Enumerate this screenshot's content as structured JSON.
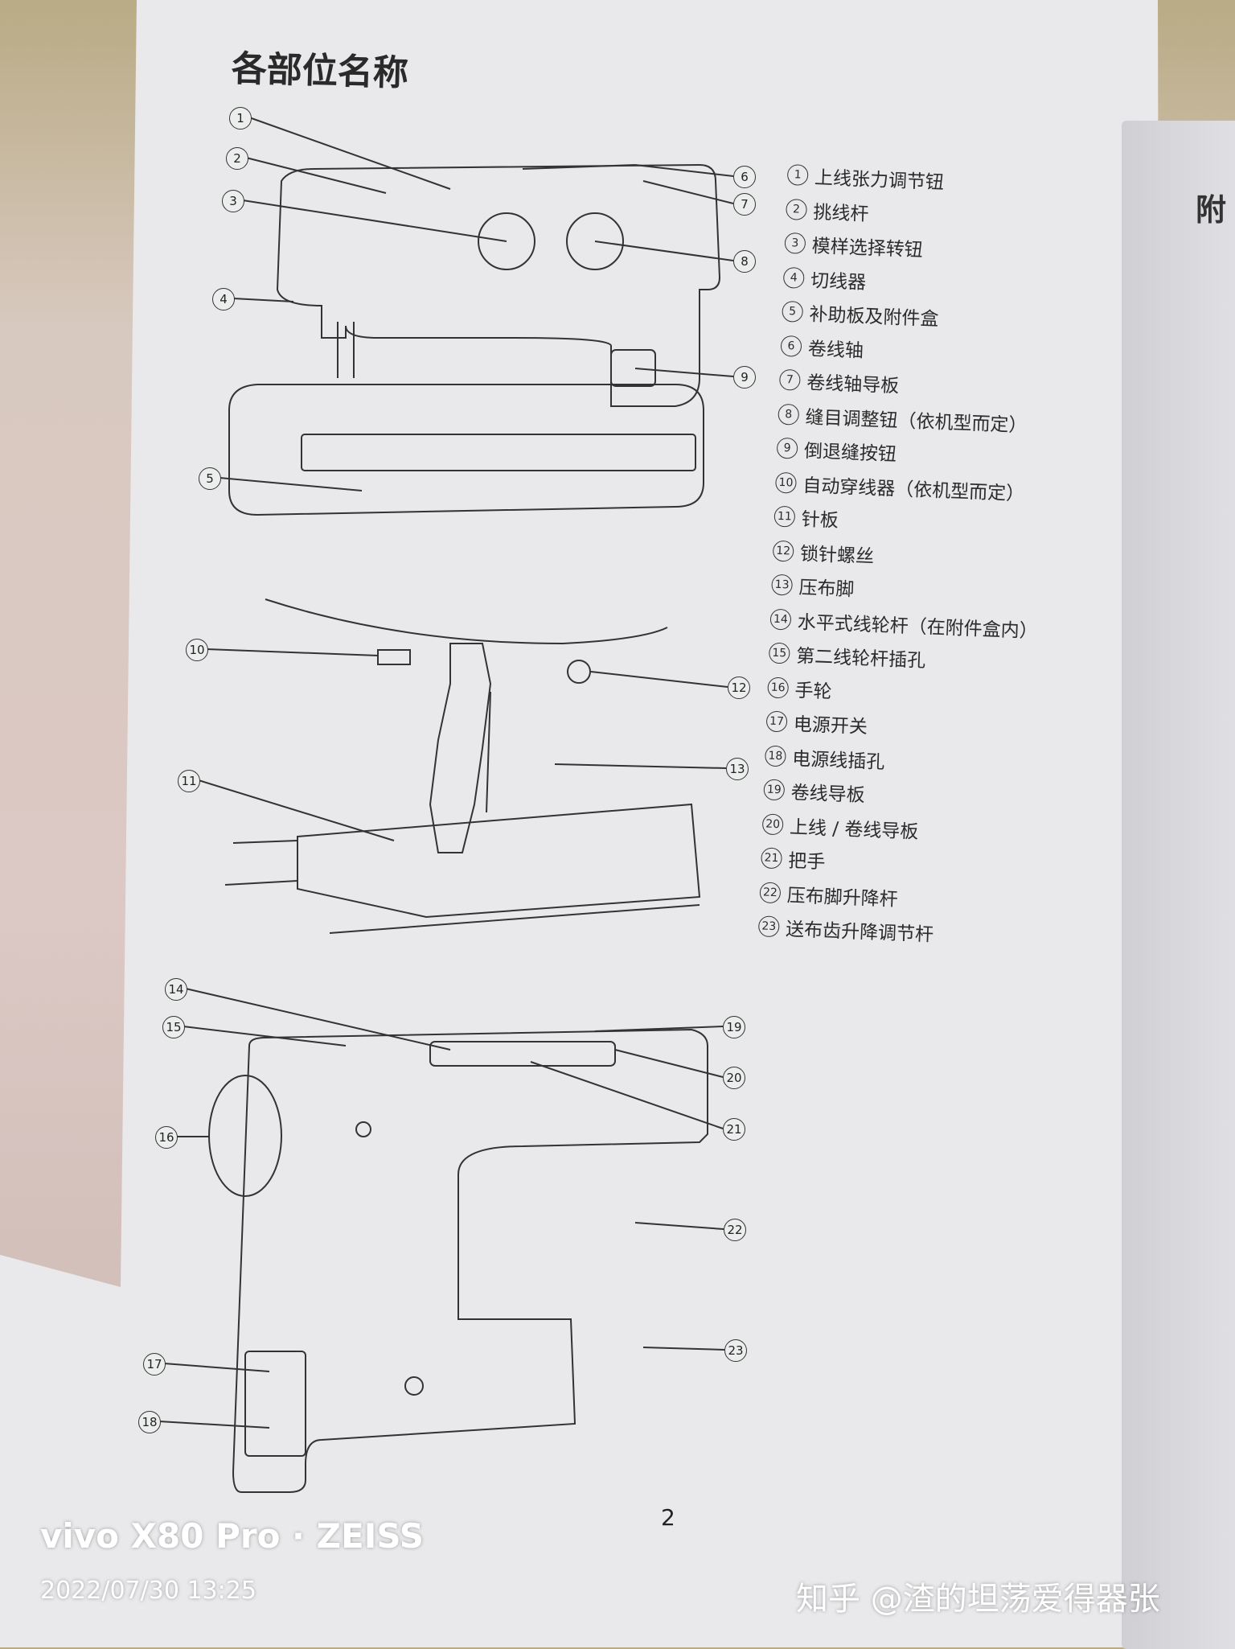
{
  "title": "各部位名称",
  "parts": [
    {
      "n": "1",
      "label": "上线张力调节钮"
    },
    {
      "n": "2",
      "label": "挑线杆"
    },
    {
      "n": "3",
      "label": "模样选择转钮"
    },
    {
      "n": "4",
      "label": "切线器"
    },
    {
      "n": "5",
      "label": "补助板及附件盒"
    },
    {
      "n": "6",
      "label": "卷线轴"
    },
    {
      "n": "7",
      "label": "卷线轴导板"
    },
    {
      "n": "8",
      "label": "缝目调整钮（依机型而定）"
    },
    {
      "n": "9",
      "label": "倒退缝按钮"
    },
    {
      "n": "10",
      "label": "自动穿线器（依机型而定）"
    },
    {
      "n": "11",
      "label": "针板"
    },
    {
      "n": "12",
      "label": "锁针螺丝"
    },
    {
      "n": "13",
      "label": "压布脚"
    },
    {
      "n": "14",
      "label": "水平式线轮杆（在附件盒内）"
    },
    {
      "n": "15",
      "label": "第二线轮杆插孔"
    },
    {
      "n": "16",
      "label": "手轮"
    },
    {
      "n": "17",
      "label": "电源开关"
    },
    {
      "n": "18",
      "label": "电源线插孔"
    },
    {
      "n": "19",
      "label": "卷线导板"
    },
    {
      "n": "20",
      "label": "上线 / 卷线导板"
    },
    {
      "n": "21",
      "label": "把手"
    },
    {
      "n": "22",
      "label": "压布脚升降杆"
    },
    {
      "n": "23",
      "label": "送布齿升降调节杆"
    }
  ],
  "page_number": "2",
  "right_page_heading": "附",
  "watermark": {
    "camera": "vivo X80 Pro · ZEISS",
    "datetime": "2022/07/30 13:25",
    "source": "知乎 @渣的坦荡爱得器张"
  }
}
